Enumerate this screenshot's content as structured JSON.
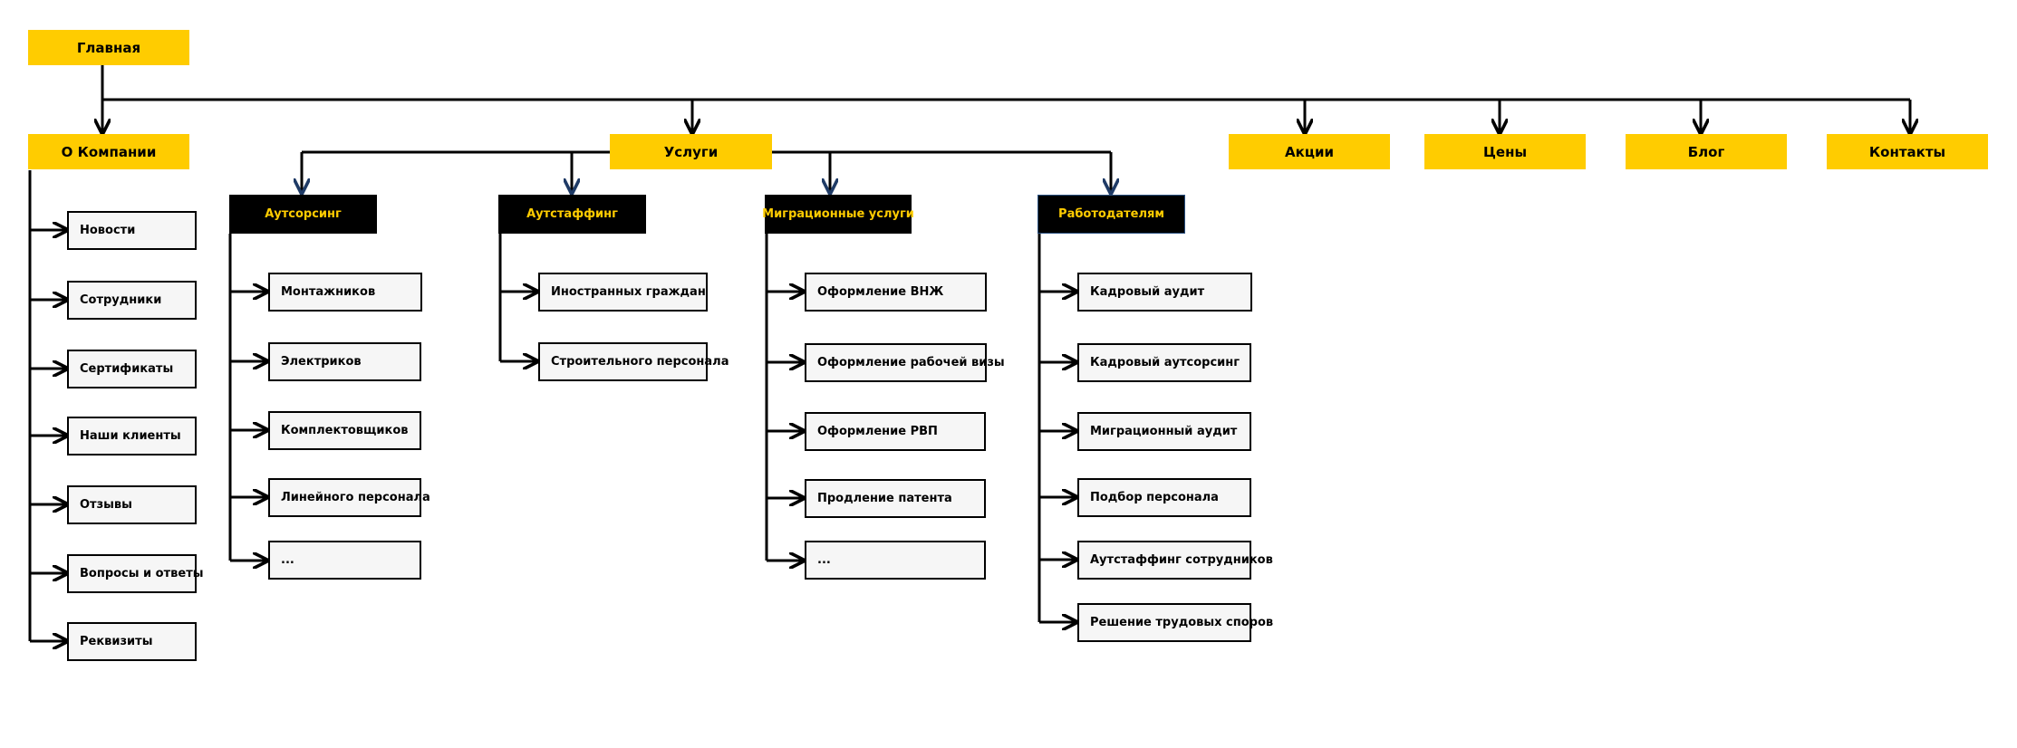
{
  "colors": {
    "yellow": "#ffcc00",
    "black": "#000000",
    "leaf_bg": "#f6f6f6",
    "accent_arrow": "#1f3b66"
  },
  "root": "Главная",
  "top": {
    "about": "О Компании",
    "services": "Услуги",
    "promo": "Акции",
    "prices": "Цены",
    "blog": "Блог",
    "contacts": "Контакты"
  },
  "about_items": [
    "Новости",
    "Сотрудники",
    "Сертификаты",
    "Наши клиенты",
    "Отзывы",
    "Вопросы и ответы",
    "Реквизиты"
  ],
  "services": {
    "outsourcing": {
      "label": "Аутсорсинг",
      "items": [
        "Монтажников",
        "Электриков",
        "Комплектовщиков",
        "Линейного персонала",
        "..."
      ]
    },
    "outstaffing": {
      "label": "Аутстаффинг",
      "items": [
        "Иностранных граждан",
        "Строительного персонала"
      ]
    },
    "migration": {
      "label": "Миграционные услуги",
      "items": [
        "Оформление ВНЖ",
        "Оформление рабочей визы",
        "Оформление РВП",
        "Продление патента",
        "..."
      ]
    },
    "employers": {
      "label": "Работодателям",
      "items": [
        "Кадровый аудит",
        "Кадровый аутсорсинг",
        "Миграционный аудит",
        "Подбор персонала",
        "Аутстаффинг сотрудников",
        "Решение трудовых споров"
      ]
    }
  }
}
